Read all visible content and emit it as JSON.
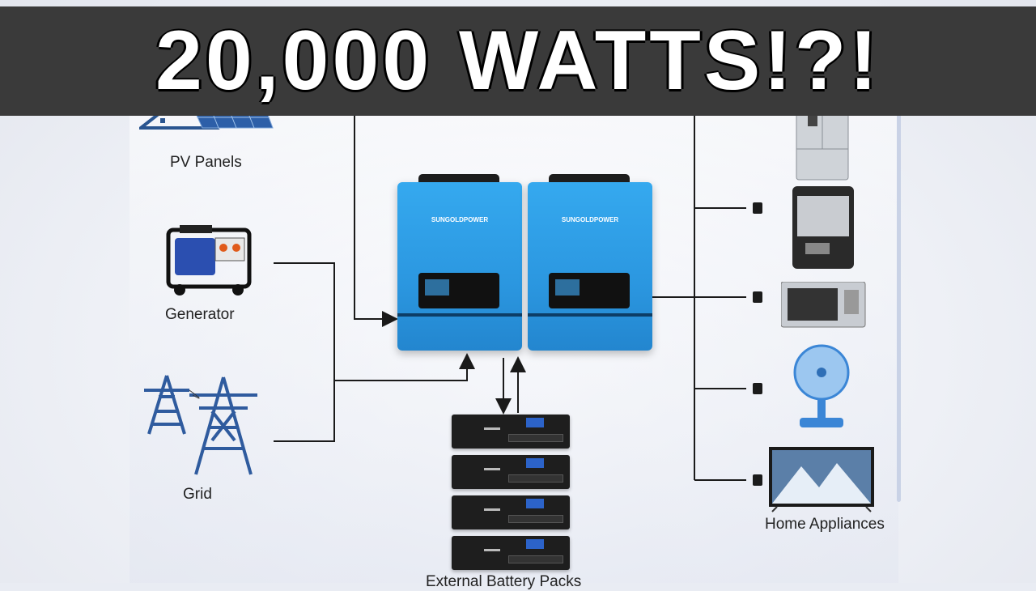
{
  "banner": {
    "title": "20,000 WATTS!?!"
  },
  "inputs": {
    "pv_label": "PV Panels",
    "generator_label": "Generator",
    "grid_label": "Grid"
  },
  "inverters": {
    "brand": "SUNGOLDPOWER"
  },
  "batteries": {
    "label": "External Battery Packs"
  },
  "outputs": {
    "label": "Home Appliances"
  },
  "colors": {
    "inverter_blue": "#2b97e0",
    "banner": "#3a3a3a",
    "line": "#1a1a1a"
  }
}
